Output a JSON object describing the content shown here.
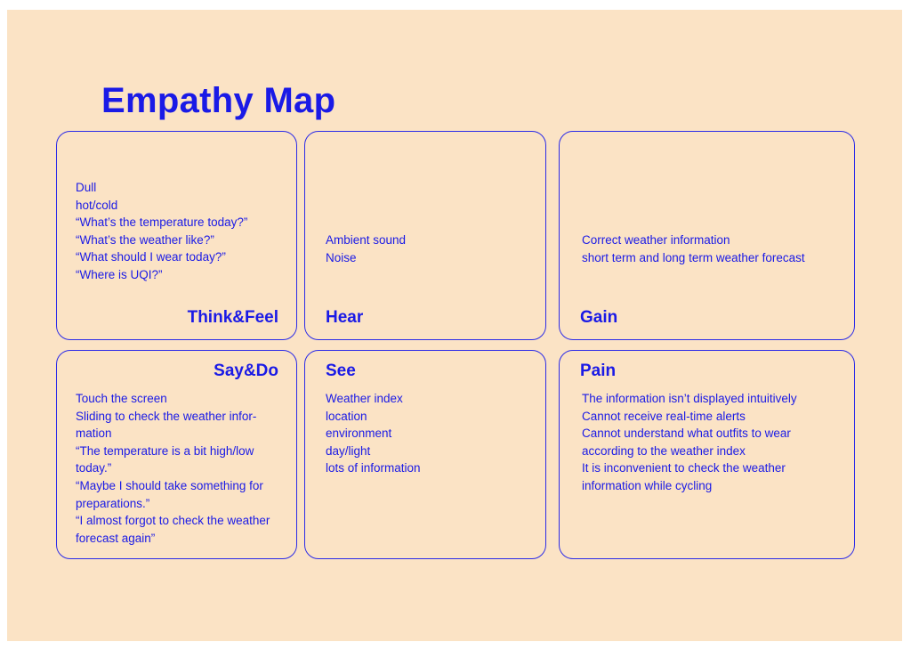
{
  "title": "Empathy Map",
  "cards": {
    "think_feel": {
      "heading": "Think&Feel",
      "lines": [
        "Dull",
        "hot/cold",
        "“What’s the temperature today?”",
        "“What’s the weather like?”",
        "“What should I wear today?”",
        "“Where is UQI?”"
      ]
    },
    "hear": {
      "heading": "Hear",
      "lines": [
        "Ambient sound",
        "Noise"
      ]
    },
    "gain": {
      "heading": "Gain",
      "lines": [
        "Correct weather information",
        "short term and long term weather forecast"
      ]
    },
    "say_do": {
      "heading": "Say&Do",
      "lines": [
        "Touch the screen",
        "Sliding to check the weather infor-",
        "mation",
        "“The temperature is a bit high/low",
        "today.”",
        "“Maybe I should take something for",
        "preparations.”",
        "“I almost forgot to check the weather",
        "forecast again”"
      ]
    },
    "see": {
      "heading": "See",
      "lines": [
        "Weather index",
        "location",
        "environment",
        "day/light",
        "lots of information"
      ]
    },
    "pain": {
      "heading": "Pain",
      "lines": [
        "The information isn’t displayed intuitively",
        "Cannot receive real-time alerts",
        "Cannot understand what outfits to wear",
        "according to the weather index",
        "It is inconvenient to check the weather",
        "information while cycling"
      ]
    }
  },
  "colors": {
    "background": "#fbe3c5",
    "accent": "#1a1ae6",
    "border": "#2b2be8"
  }
}
